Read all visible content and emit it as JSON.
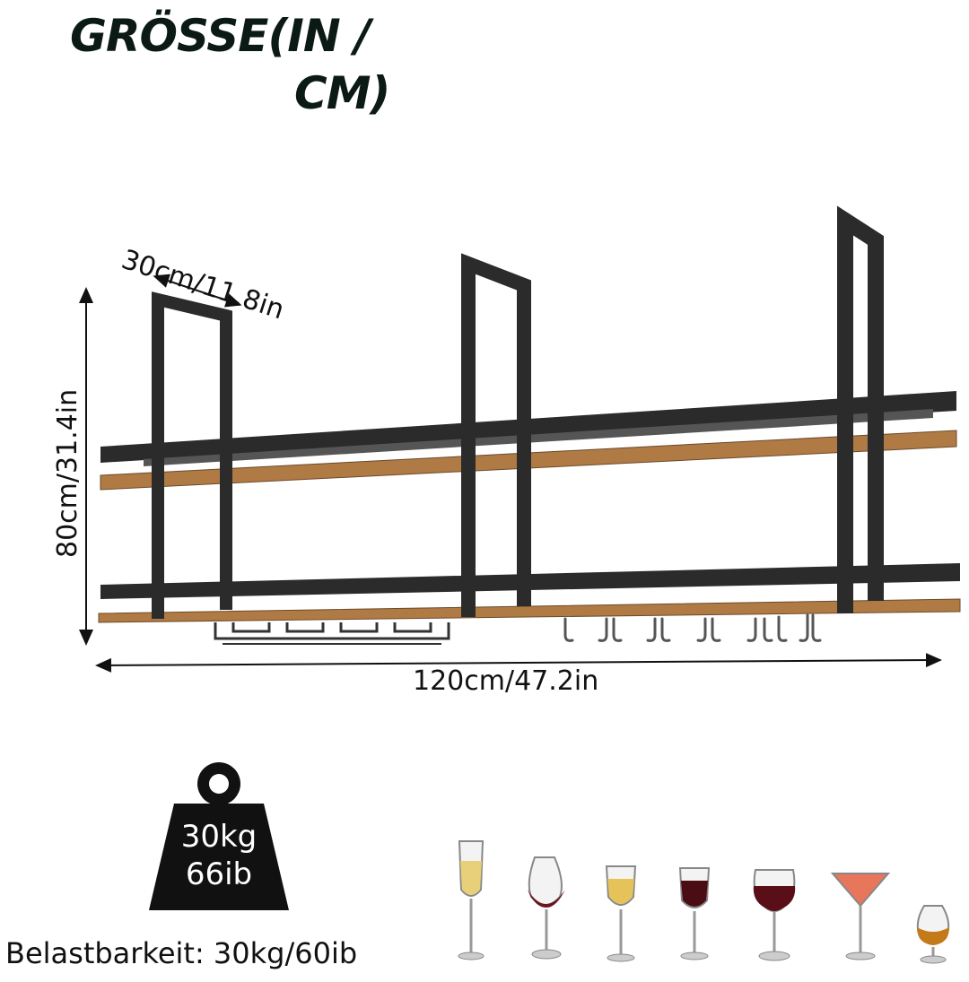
{
  "title": {
    "line1": "GRÖSSE(IN /",
    "line2": "CM)"
  },
  "dimensions": {
    "depth": "30cm/11.8in",
    "height": "80cm/31.4in",
    "width": "120cm/47.2in"
  },
  "weight_badge": {
    "line1": "30kg",
    "line2": "66ib"
  },
  "load_caption": "Belastbarkeit: 30kg/60ib",
  "icons": [
    "weight-icon",
    "champagne-flute-icon",
    "tulip-glass-icon",
    "white-wine-glass-icon",
    "red-wine-glass-icon",
    "bordeaux-glass-icon",
    "martini-glass-icon",
    "brandy-snifter-icon"
  ],
  "colors": {
    "frame": "#2b2b2b",
    "wood": "#b07a45",
    "text": "#111111"
  }
}
